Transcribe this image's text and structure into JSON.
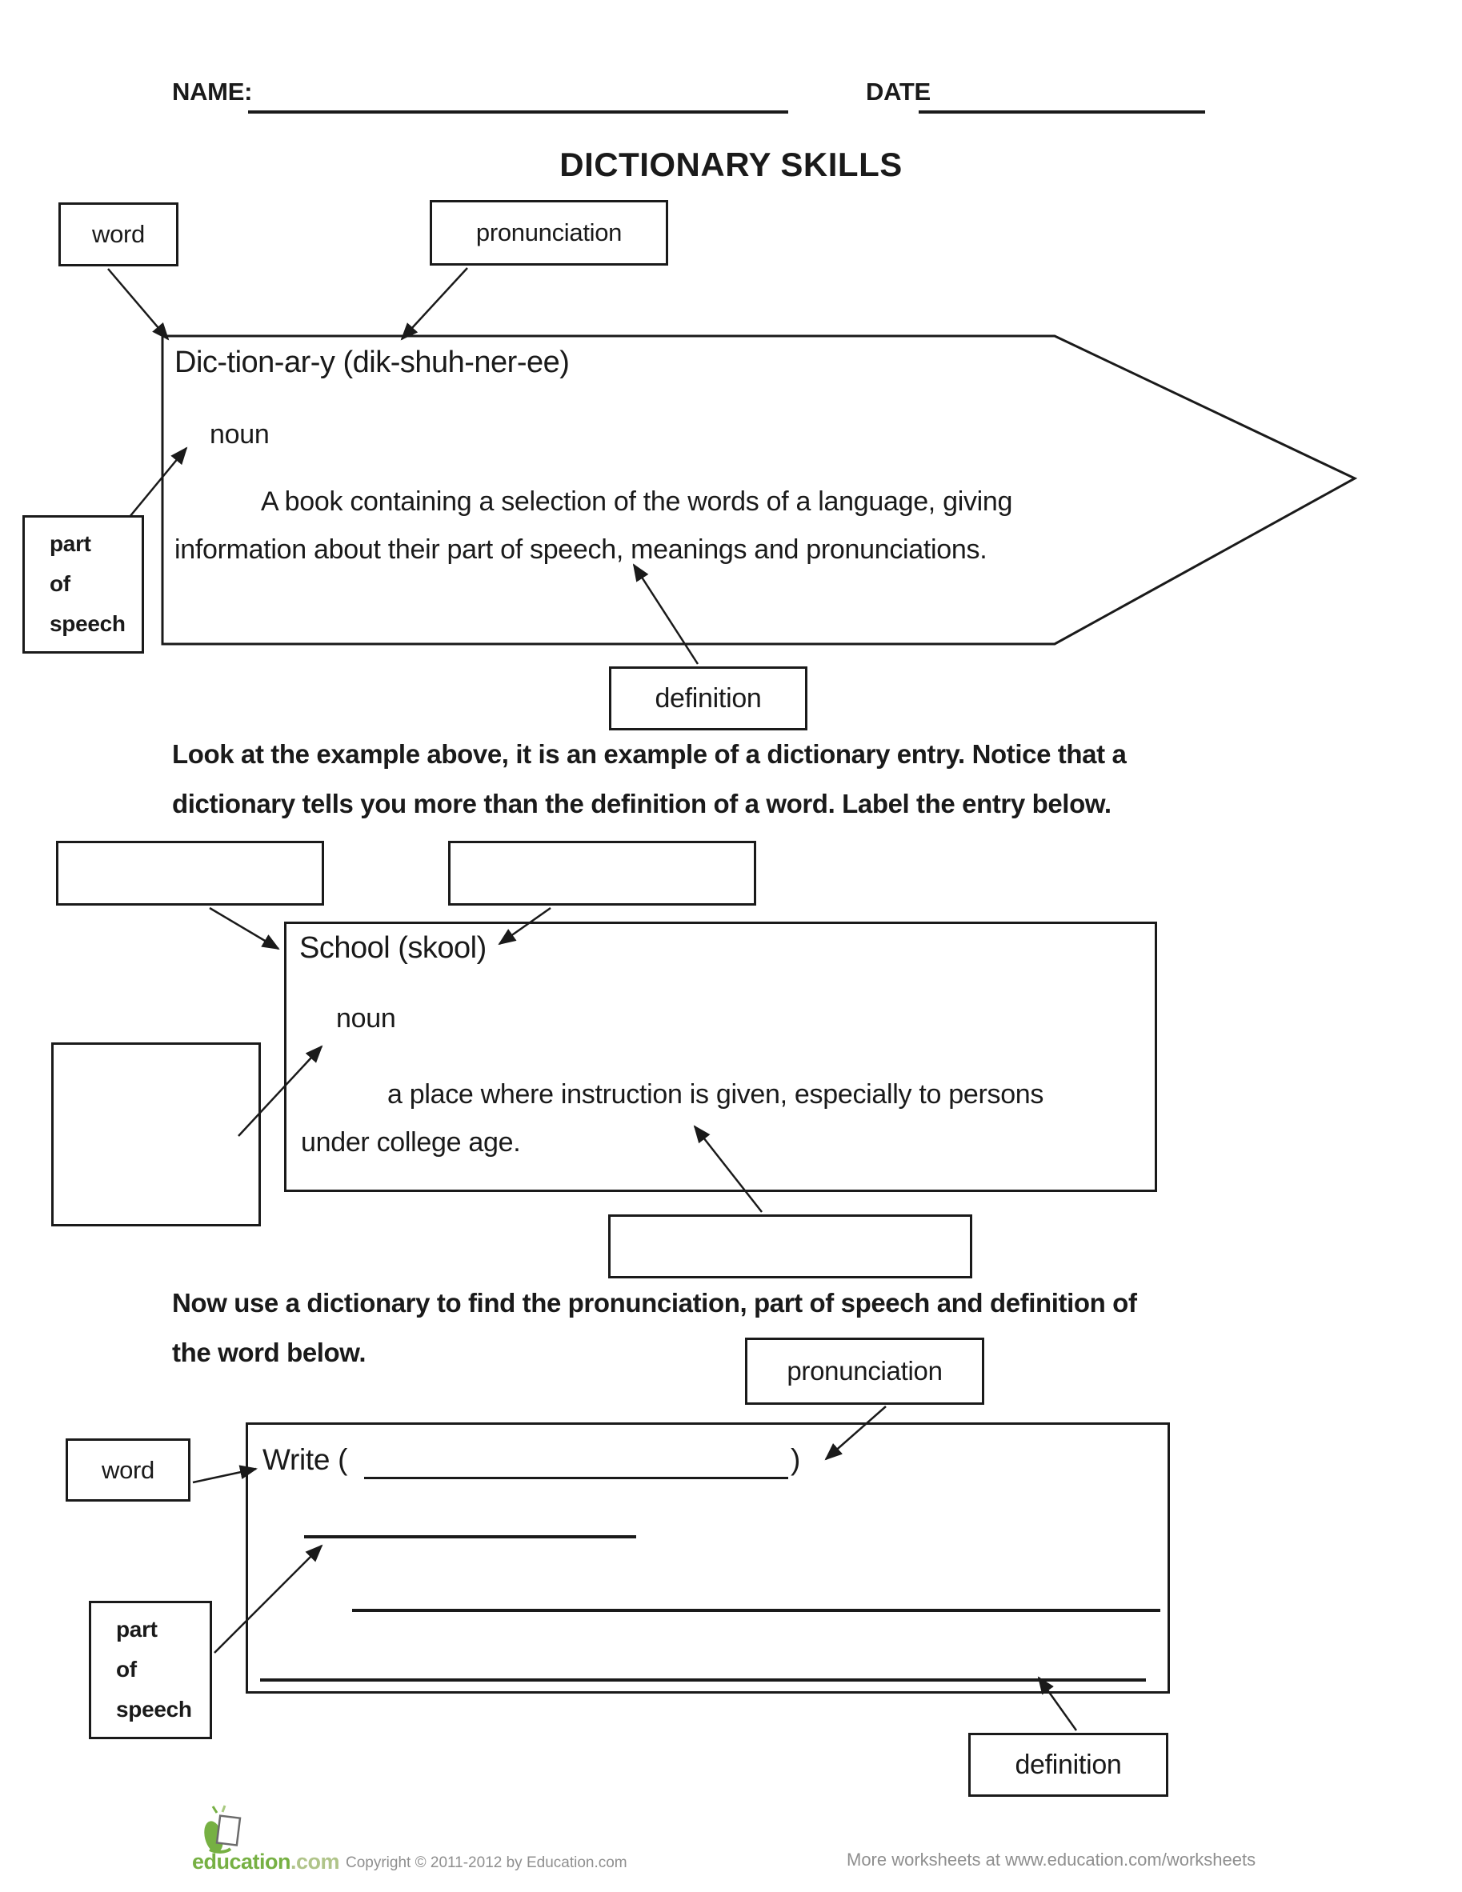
{
  "header": {
    "name_label": "NAME:",
    "date_label": "DATE"
  },
  "title": "DICTIONARY SKILLS",
  "example": {
    "word_label": "word",
    "pronunciation_label": "pronunciation",
    "part_of_speech_label": "part\nof\nspeech",
    "definition_label": "definition",
    "headword": "Dic-tion-ar-y  (dik-shuh-ner-ee)",
    "part_of_speech": "noun",
    "definition": "A book containing a selection of the words of a language, giving\ninformation about their part of speech, meanings and pronunciations."
  },
  "instructions_1": "Look at the example above, it is an example of a dictionary entry. Notice that a\ndictionary tells you more than the definition of a word. Label the entry below.",
  "practice": {
    "headword": "School  (skool)",
    "part_of_speech": "noun",
    "definition": "a place where instruction is given, especially to persons\nunder college age."
  },
  "instructions_2": "Now use a dictionary to find the pronunciation, part of speech and definition of\nthe word below.",
  "exercise": {
    "word_label": "word",
    "pronunciation_label": "pronunciation",
    "part_of_speech_label": "part\nof\nspeech",
    "definition_label": "definition",
    "write_prompt": "Write (",
    "close_paren": ")"
  },
  "footer": {
    "brand": "education",
    "brand_suffix": ".com",
    "copyright": "Copyright © 2011-2012 by Education.com",
    "more_worksheets": "More worksheets at www.education.com/worksheets"
  },
  "colors": {
    "ink": "#1a1a1a",
    "logo_green": "#76b043",
    "logo_suffix": "#b0c48a",
    "footer_gray": "#8f8f8f"
  }
}
